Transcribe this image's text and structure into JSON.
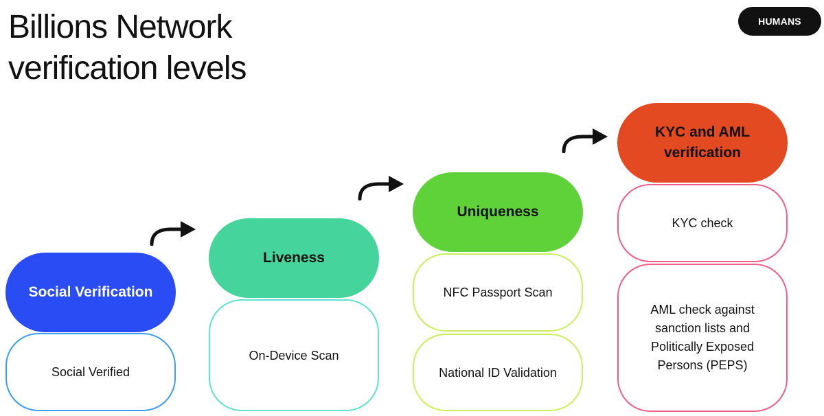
{
  "title": {
    "line1": "Billions Network",
    "line2": "verification levels"
  },
  "badge": "HUMANS",
  "levels": [
    {
      "header": "Social Verification",
      "header_color": "#2a4cf5",
      "border_color": "#3a9ef5",
      "items": [
        "Social Verified"
      ]
    },
    {
      "header": "Liveness",
      "header_color": "#45d49b",
      "border_color": "#5de3cf",
      "items": [
        "On-Device Scan"
      ]
    },
    {
      "header": "Uniqueness",
      "header_color": "#5fd23a",
      "border_color": "#c9f05a",
      "items": [
        "NFC Passport Scan",
        "National ID Validation"
      ]
    },
    {
      "header": "KYC and AML verification",
      "header_color": "#e44a22",
      "border_color": "#ee5f8a",
      "items": [
        "KYC check",
        "AML check against sanction lists and Politically Exposed Persons (PEPS)"
      ]
    }
  ],
  "arrow_icon": "curved-right-arrow-icon"
}
